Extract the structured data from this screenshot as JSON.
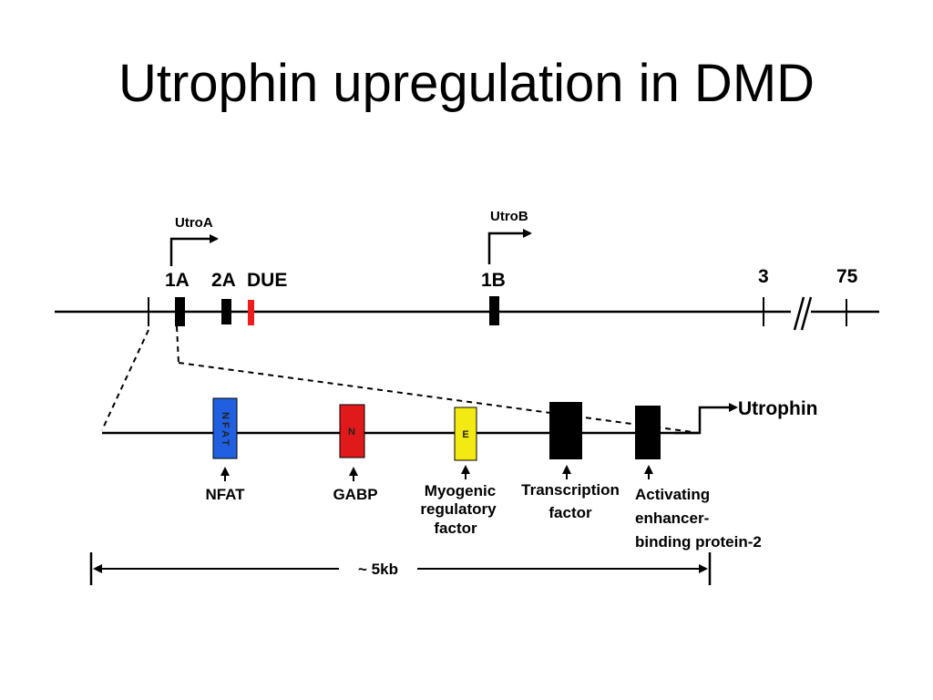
{
  "slide": {
    "title": "Utrophin upregulation in DMD"
  },
  "diagram": {
    "promoters": [
      {
        "label": "UtroA"
      },
      {
        "label": "UtroB"
      }
    ],
    "exon_labels": {
      "e1A": "1A",
      "e2A": "2A",
      "due": "DUE",
      "e1B": "1B",
      "e3": "3",
      "e75": "75"
    },
    "product_label": "Utrophin",
    "boxes": {
      "nfat_letters": "NFAT",
      "gabp_letter": "N",
      "myogenic_letter": "E"
    },
    "colors": {
      "nfat_box": "#1f5fe0",
      "gabp_box": "#e01a1a",
      "myogenic_box": "#f2ea12",
      "due_mark": "#ee1c1c",
      "factor_box": "#000000"
    },
    "factors": {
      "nfat": "NFAT",
      "gabp": "GABP",
      "myogenic": [
        "Myogenic",
        "regulatory",
        "factor"
      ],
      "transcription": [
        "Transcription",
        "factor"
      ],
      "activating": [
        "Activating",
        "enhancer-",
        "binding protein-2"
      ]
    },
    "scale_label": "~ 5kb"
  }
}
